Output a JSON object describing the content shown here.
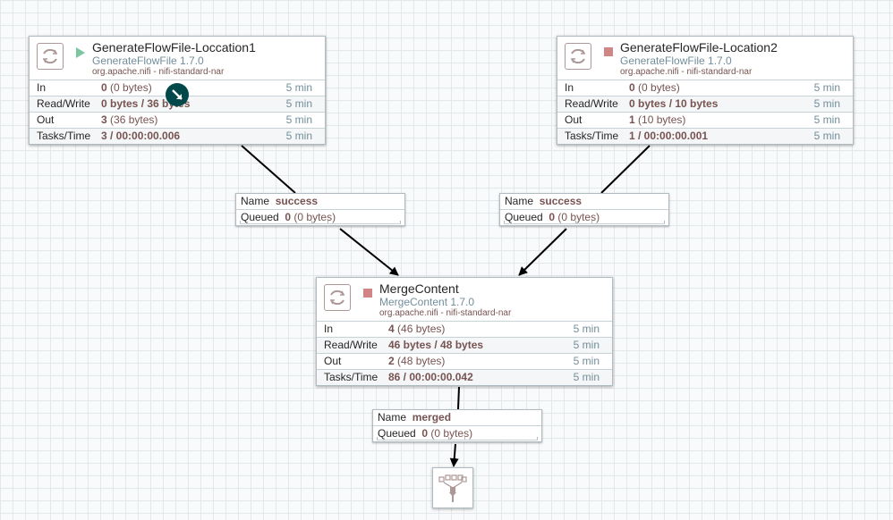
{
  "processors": [
    {
      "name": "GenerateFlowFile-Loccation1",
      "type": "GenerateFlowFile 1.7.0",
      "bundle": "org.apache.nifi - nifi-standard-nar",
      "run_state": "running",
      "stats": {
        "in_label": "In",
        "in_count": "0",
        "in_size": " (0 bytes)",
        "in_dur": "5 min",
        "rw_label": "Read/Write",
        "rw_value": "0 bytes / 36 bytes",
        "rw_dur": "5 min",
        "out_label": "Out",
        "out_count": "3",
        "out_size": " (36 bytes)",
        "out_dur": "5 min",
        "tasks_label": "Tasks/Time",
        "tasks_value": "3 / 00:00:00.006",
        "tasks_dur": "5 min"
      }
    },
    {
      "name": "GenerateFlowFile-Location2",
      "type": "GenerateFlowFile 1.7.0",
      "bundle": "org.apache.nifi - nifi-standard-nar",
      "run_state": "stopped",
      "stats": {
        "in_label": "In",
        "in_count": "0",
        "in_size": " (0 bytes)",
        "in_dur": "5 min",
        "rw_label": "Read/Write",
        "rw_value": "0 bytes / 10 bytes",
        "rw_dur": "5 min",
        "out_label": "Out",
        "out_count": "1",
        "out_size": " (10 bytes)",
        "out_dur": "5 min",
        "tasks_label": "Tasks/Time",
        "tasks_value": "1 / 00:00:00.001",
        "tasks_dur": "5 min"
      }
    },
    {
      "name": "MergeContent",
      "type": "MergeContent 1.7.0",
      "bundle": "org.apache.nifi - nifi-standard-nar",
      "run_state": "stopped",
      "stats": {
        "in_label": "In",
        "in_count": "4",
        "in_size": " (46 bytes)",
        "in_dur": "5 min",
        "rw_label": "Read/Write",
        "rw_value": "46 bytes / 48 bytes",
        "rw_dur": "5 min",
        "out_label": "Out",
        "out_count": "2",
        "out_size": " (48 bytes)",
        "out_dur": "5 min",
        "tasks_label": "Tasks/Time",
        "tasks_value": "86 / 00:00:00.042",
        "tasks_dur": "5 min"
      }
    }
  ],
  "connections": [
    {
      "name_label": "Name",
      "name": "success",
      "queued_label": "Queued",
      "queued_count": "0",
      "queued_size": " (0 bytes)"
    },
    {
      "name_label": "Name",
      "name": "success",
      "queued_label": "Queued",
      "queued_count": "0",
      "queued_size": " (0 bytes)"
    },
    {
      "name_label": "Name",
      "name": "merged",
      "queued_label": "Queued",
      "queued_count": "0",
      "queued_size": " (0 bytes)"
    }
  ],
  "funnel": {
    "icon": "funnel-icon"
  },
  "cursor": {
    "icon": "arrow-cursor-icon"
  },
  "colors": {
    "running": "#7dc7a0",
    "stopped": "#d18686",
    "value": "#775351",
    "type": "#728e9b",
    "edge": "#000000",
    "canvas_grid": "#e3e8eb"
  }
}
